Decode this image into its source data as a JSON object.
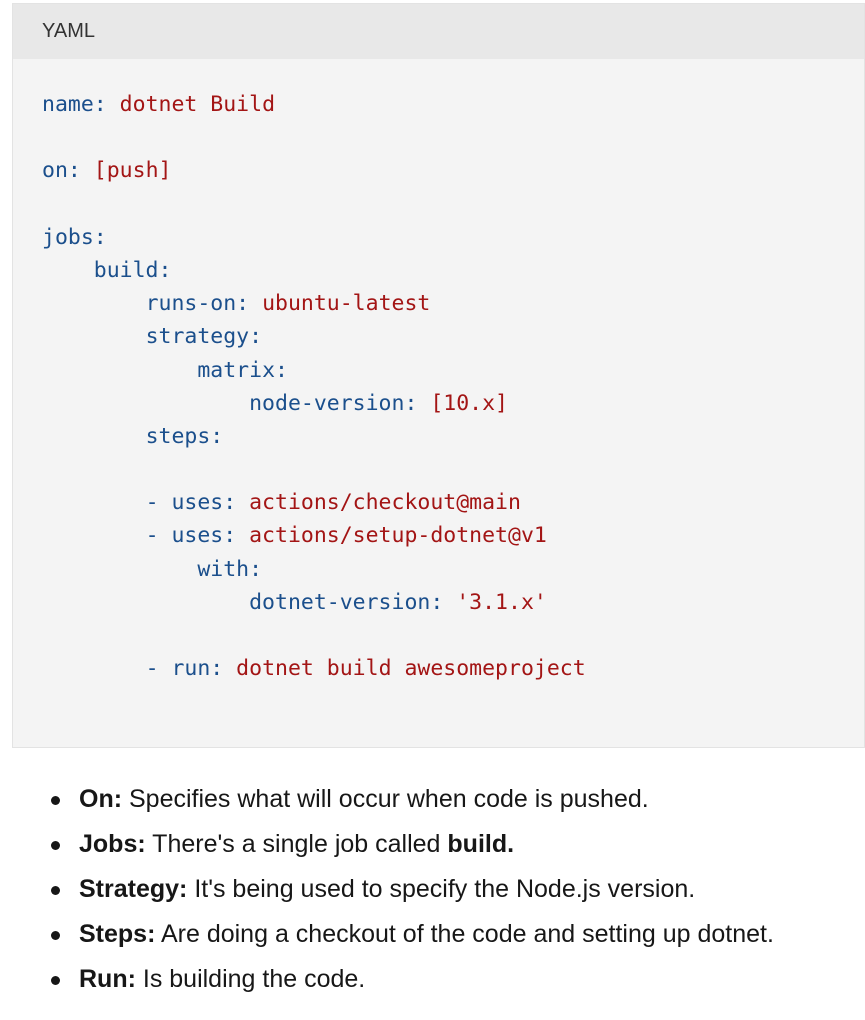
{
  "code_block": {
    "language_label": "YAML",
    "lines": [
      {
        "indent": "",
        "key": "name:",
        "value": " dotnet Build"
      },
      {
        "indent": "",
        "key": "",
        "value": ""
      },
      {
        "indent": "",
        "key": "on:",
        "value": " [push]"
      },
      {
        "indent": "",
        "key": "",
        "value": ""
      },
      {
        "indent": "",
        "key": "jobs:",
        "value": ""
      },
      {
        "indent": "    ",
        "key": "build:",
        "value": ""
      },
      {
        "indent": "        ",
        "key": "runs-on:",
        "value": " ubuntu-latest"
      },
      {
        "indent": "        ",
        "key": "strategy:",
        "value": ""
      },
      {
        "indent": "            ",
        "key": "matrix:",
        "value": ""
      },
      {
        "indent": "                ",
        "key": "node-version:",
        "value": " [10.x]"
      },
      {
        "indent": "        ",
        "key": "steps:",
        "value": ""
      },
      {
        "indent": "",
        "key": "",
        "value": ""
      },
      {
        "indent": "        ",
        "key": "- uses:",
        "value": " actions/checkout@main"
      },
      {
        "indent": "        ",
        "key": "- uses:",
        "value": " actions/setup-dotnet@v1"
      },
      {
        "indent": "            ",
        "key": "with:",
        "value": ""
      },
      {
        "indent": "                ",
        "key": "dotnet-version:",
        "value": " '3.1.x'"
      },
      {
        "indent": "",
        "key": "",
        "value": ""
      },
      {
        "indent": "        ",
        "key": "- run:",
        "value": " dotnet build awesomeproject"
      }
    ],
    "colors": {
      "key": "#1b4f8c",
      "value": "#a31515",
      "background": "#f4f4f4",
      "header_background": "#e8e8e8"
    }
  },
  "bullets": [
    {
      "term": "On:",
      "text": " Specifies what will occur when code is pushed.",
      "bold_tail": ""
    },
    {
      "term": "Jobs:",
      "text": " There's a single job called ",
      "bold_tail": "build."
    },
    {
      "term": "Strategy:",
      "text": " It's being used to specify the Node.js version.",
      "bold_tail": ""
    },
    {
      "term": "Steps:",
      "text": " Are doing a checkout of the code and setting up dotnet.",
      "bold_tail": ""
    },
    {
      "term": "Run:",
      "text": " Is building the code.",
      "bold_tail": ""
    }
  ]
}
